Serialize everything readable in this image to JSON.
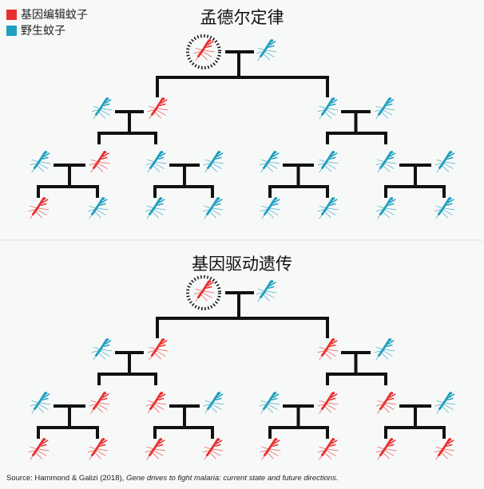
{
  "legend": [
    {
      "label": "基因编辑蚊子",
      "color": "#e8302f"
    },
    {
      "label": "野生蚊子",
      "color": "#1f9fbf"
    }
  ],
  "colors": {
    "gm": "#e8302f",
    "wild": "#1f9fbf",
    "line": "#111111"
  },
  "panels": [
    {
      "title": "孟德尔定律",
      "root": [
        "gm",
        "wild"
      ],
      "gen2": [
        "wild",
        "gm",
        "wild",
        "wild"
      ],
      "gen3": [
        "wild",
        "gm",
        "wild",
        "wild",
        "wild",
        "wild",
        "wild",
        "wild"
      ],
      "gen4": [
        "gm",
        "wild",
        "wild",
        "wild",
        "wild",
        "wild",
        "wild",
        "wild"
      ]
    },
    {
      "title": "基因驱动遗传",
      "root": [
        "gm",
        "wild"
      ],
      "gen2": [
        "wild",
        "gm",
        "gm",
        "wild"
      ],
      "gen3": [
        "wild",
        "gm",
        "gm",
        "wild",
        "wild",
        "gm",
        "gm",
        "wild"
      ],
      "gen4": [
        "gm",
        "gm",
        "gm",
        "gm",
        "gm",
        "gm",
        "gm",
        "gm"
      ]
    }
  ],
  "source": {
    "prefix": "Source: Hammond & Galizi (2018), ",
    "title": "Gene drives to fight malaria: current state and future directions."
  }
}
